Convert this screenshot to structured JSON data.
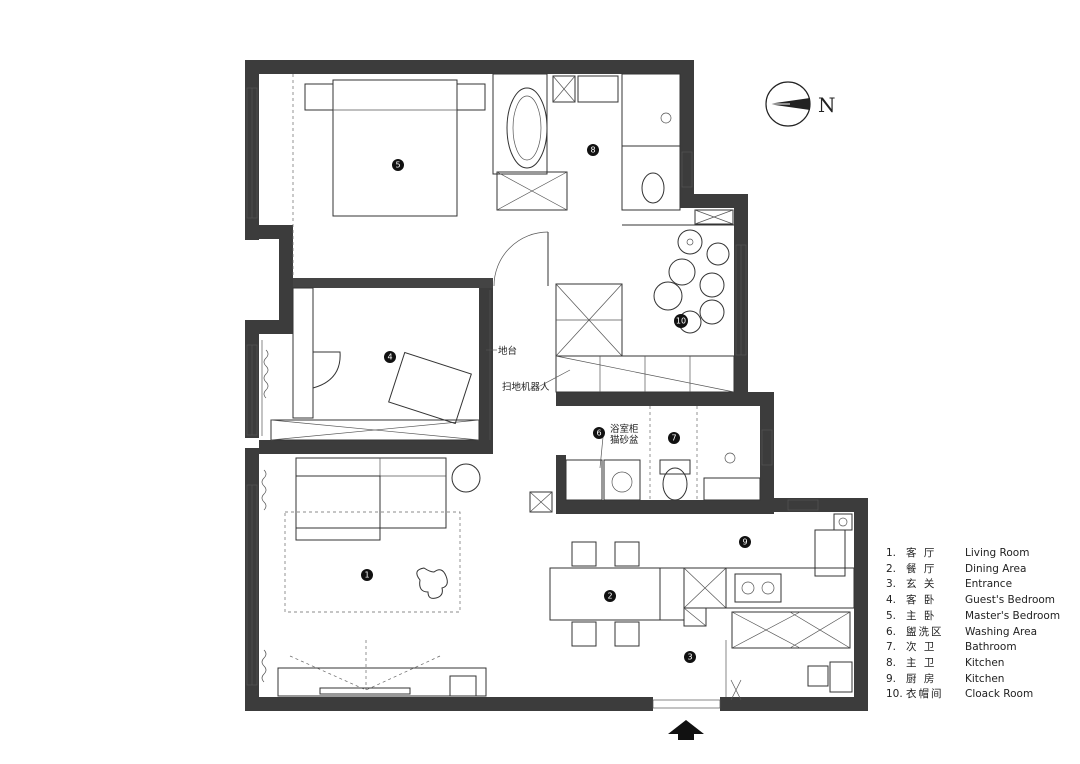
{
  "compass": {
    "label": "N"
  },
  "rooms": [
    {
      "id": "1"
    },
    {
      "id": "2"
    },
    {
      "id": "3"
    },
    {
      "id": "4"
    },
    {
      "id": "5"
    },
    {
      "id": "6"
    },
    {
      "id": "7"
    },
    {
      "id": "8"
    },
    {
      "id": "9"
    },
    {
      "id": "10"
    }
  ],
  "annotations": {
    "balcony": "地台",
    "robot_vacuum": "扫地机器人",
    "bath_cabinet": "浴室柜",
    "litter_basin": "猫砂盆"
  },
  "legend": [
    {
      "num": "1.",
      "zh": "客 厅",
      "en": "Living    Room"
    },
    {
      "num": "2.",
      "zh": "餐 厅",
      "en": "Dining    Area"
    },
    {
      "num": "3.",
      "zh": "玄 关",
      "en": "Entrance"
    },
    {
      "num": "4.",
      "zh": "客 卧",
      "en": "Guest's  Bedroom"
    },
    {
      "num": "5.",
      "zh": "主 卧",
      "en": "Master's  Bedroom"
    },
    {
      "num": "6.",
      "zh": "盥洗区",
      "en": "Washing  Area"
    },
    {
      "num": "7.",
      "zh": "次 卫",
      "en": "Bathroom"
    },
    {
      "num": "8.",
      "zh": "主 卫",
      "en": "Kitchen"
    },
    {
      "num": "9.",
      "zh": "厨 房",
      "en": "Kitchen"
    },
    {
      "num": "10.",
      "zh": "衣帽间",
      "en": "Cloack Room"
    }
  ]
}
